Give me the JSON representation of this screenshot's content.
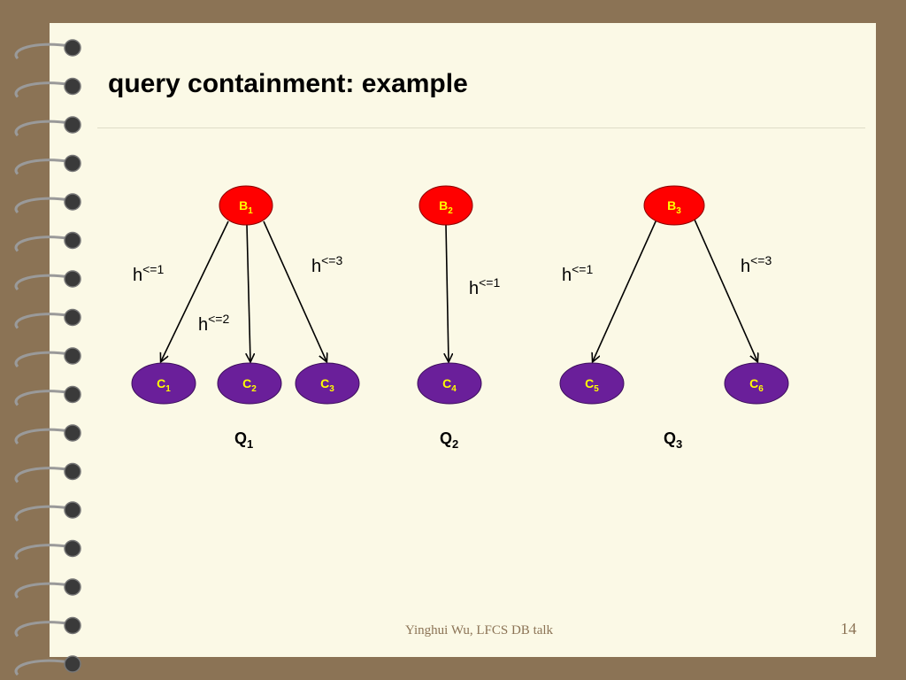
{
  "slide": {
    "title": "query containment: example",
    "footer": "Yinghui Wu, LFCS DB talk",
    "page_number": "14"
  },
  "colors": {
    "b_node_fill": "#ff0000",
    "c_node_fill": "#6a1f9a",
    "node_label": "#ffff00",
    "background_frame": "#8b7355",
    "paper": "#fbf9e6"
  },
  "queries": [
    {
      "label": "Q",
      "sub": "1",
      "root": {
        "label": "B",
        "sub": "1"
      },
      "children": [
        {
          "label": "C",
          "sub": "1",
          "edge": {
            "base": "h",
            "sup": "<=1"
          }
        },
        {
          "label": "C",
          "sub": "2",
          "edge": {
            "base": "h",
            "sup": "<=2"
          }
        },
        {
          "label": "C",
          "sub": "3",
          "edge": {
            "base": "h",
            "sup": "<=3"
          }
        }
      ]
    },
    {
      "label": "Q",
      "sub": "2",
      "root": {
        "label": "B",
        "sub": "2"
      },
      "children": [
        {
          "label": "C",
          "sub": "4",
          "edge": {
            "base": "h",
            "sup": "<=1"
          }
        }
      ]
    },
    {
      "label": "Q",
      "sub": "3",
      "root": {
        "label": "B",
        "sub": "3"
      },
      "children": [
        {
          "label": "C",
          "sub": "5",
          "edge": {
            "base": "h",
            "sup": "<=1"
          }
        },
        {
          "label": "C",
          "sub": "6",
          "edge": {
            "base": "h",
            "sup": "<=3"
          }
        }
      ]
    }
  ]
}
